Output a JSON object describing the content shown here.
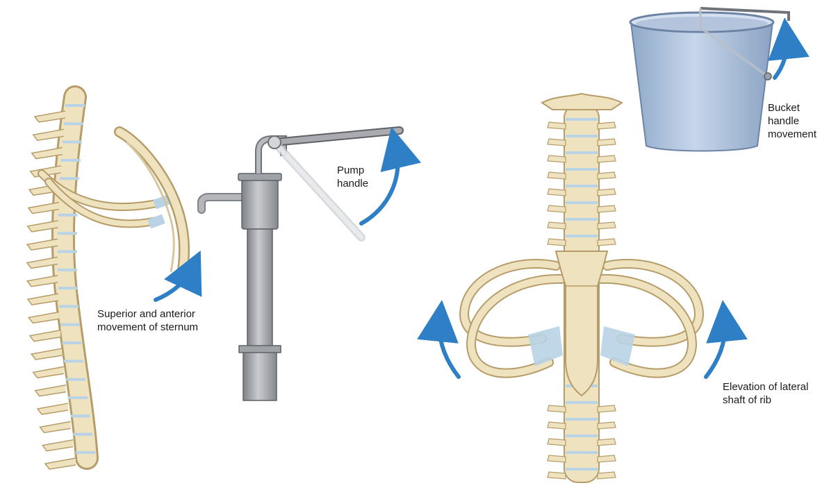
{
  "panel_left": {
    "sternum_label": [
      "Superior and anterior",
      "movement of sternum"
    ],
    "pump_label": [
      "Pump",
      "handle"
    ]
  },
  "panel_right": {
    "bucket_label": [
      "Bucket",
      "handle",
      "movement"
    ],
    "rib_label": [
      "Elevation of lateral",
      "shaft of rib"
    ]
  },
  "colors": {
    "bone": "#efe2bf",
    "bone_outline": "#b59c68",
    "cartilage": "#b9d3e6",
    "arrow": "#2f7fc7",
    "metal": "#a9abb0",
    "bucket": "#a6bcd8"
  }
}
